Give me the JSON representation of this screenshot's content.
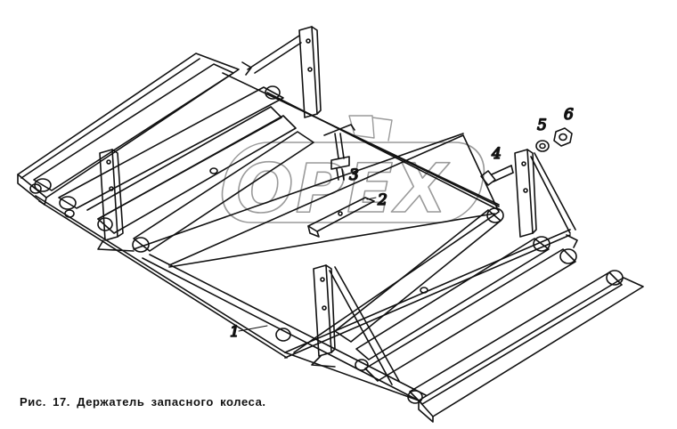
{
  "figure": {
    "caption": "Рис. 17. Держатель запасного колеса.",
    "watermark": "OPEX",
    "callouts": [
      {
        "id": "1",
        "label": "1"
      },
      {
        "id": "2",
        "label": "2"
      },
      {
        "id": "3",
        "label": "3"
      },
      {
        "id": "4",
        "label": "4"
      },
      {
        "id": "5",
        "label": "5"
      },
      {
        "id": "6",
        "label": "6"
      }
    ]
  }
}
